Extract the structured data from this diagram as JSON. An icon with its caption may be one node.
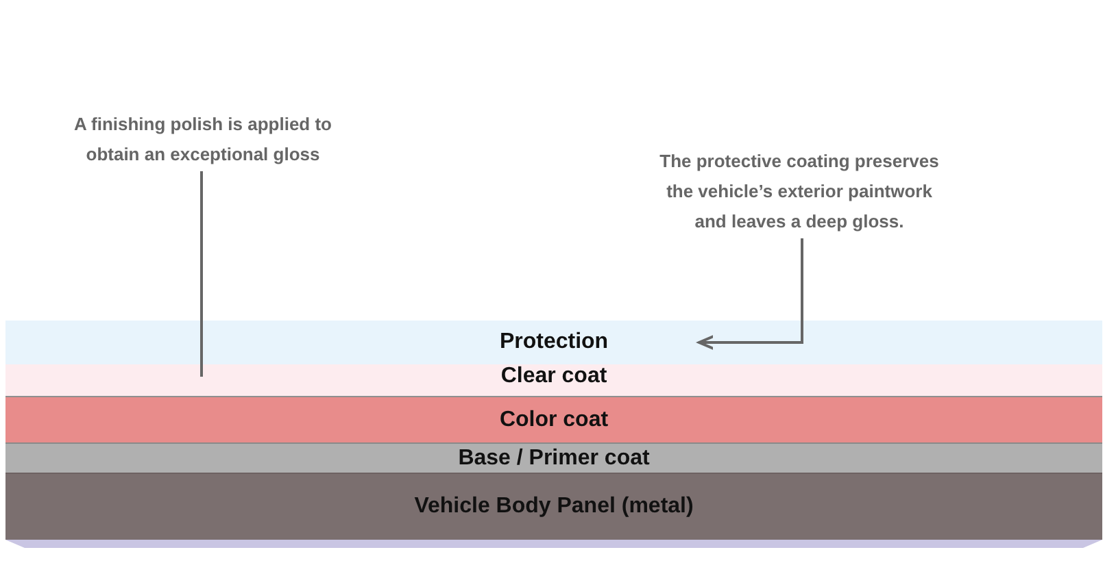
{
  "diagram": {
    "nodes": [
      {
        "text": [
          "A finishing polish is applied to obtain an exceptional gloss"
        ]
      },
      {
        "text": [
          "The protective coating preserves the vehicle’s exterior paintwork and leaves a deep gloss."
        ]
      },
      {
        "text": [
          "Protection"
        ]
      },
      {
        "text": [
          "Clear coat"
        ]
      },
      {
        "text": [
          "Color coat"
        ]
      },
      {
        "text": [
          "Base / Primer coat"
        ]
      },
      {
        "text": [
          "Vehicle Body Panel (metal)"
        ]
      }
    ],
    "edges": [
      {
        "from": 0,
        "to": 3,
        "arrow": "none"
      },
      {
        "from": 1,
        "to": 2,
        "arrow": "to"
      }
    ]
  }
}
